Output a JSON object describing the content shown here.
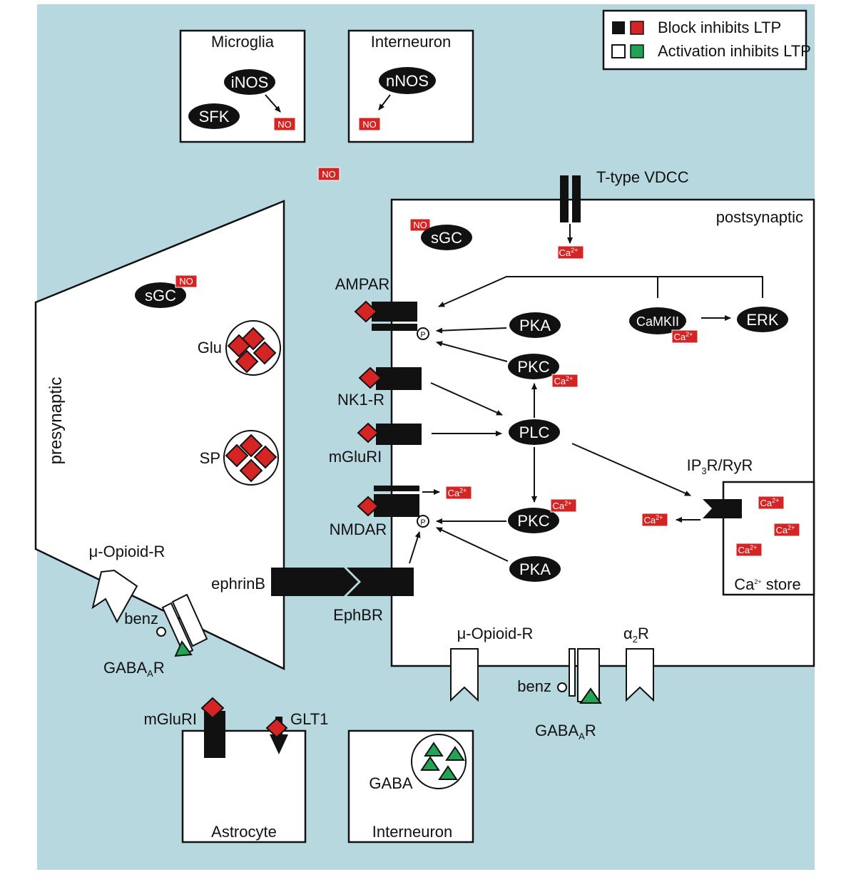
{
  "legend": {
    "block_label": "Block inhibits LTP",
    "activation_label": "Activation inhibits LTP",
    "colors": {
      "block_black": "#111111",
      "block_red": "#d42424",
      "activation_white": "#ffffff",
      "activation_green": "#22a355"
    }
  },
  "background_color": "#b8d8e0",
  "microglia": {
    "title": "Microglia",
    "inos": "iNOS",
    "sfk": "SFK",
    "no": "NO"
  },
  "interneuron_top": {
    "title": "Interneuron",
    "nnos": "nNOS",
    "no": "NO"
  },
  "extracellular_no": "NO",
  "vdcc_label": "T-type VDCC",
  "postsynaptic": {
    "title": "postsynaptic",
    "no": "NO",
    "sgc": "sGC",
    "ca_vdcc": "Ca",
    "ca_sup": "2+",
    "camkii": "CaMKII",
    "camkii_ca": "Ca",
    "erk": "ERK",
    "pka_top": "PKA",
    "pkc_top": "PKC",
    "pkc_top_ca": "Ca",
    "plc": "PLC",
    "pkc_bottom": "PKC",
    "pkc_bottom_ca": "Ca",
    "pka_bottom": "PKA",
    "phospho": "P",
    "nmda_ca": "Ca",
    "ip3_label": "IP",
    "ip3_sub": "3",
    "ip3_rest": "R/RyR",
    "released_ca": "Ca",
    "store_ca": "Ca",
    "store_label_pre": "Ca",
    "store_label_post": " store"
  },
  "receptors": {
    "ampar": "AMPAR",
    "nk1r": "NK1-R",
    "mglur1": "mGluRI",
    "nmdar": "NMDAR",
    "ephrinb": "ephrinB",
    "ephbr": "EphBR"
  },
  "presynaptic": {
    "title": "presynaptic",
    "sgc": "sGC",
    "no": "NO",
    "glu": "Glu",
    "sp": "SP",
    "mu_opioid": "μ-Opioid-R",
    "benz": "benz",
    "gabaar": "GABA",
    "gabaar_sub": "A",
    "gabaar_end": "R"
  },
  "post_bottom": {
    "mu_opioid": "μ-Opioid-R",
    "benz": "benz",
    "gabaar": "GABA",
    "gabaar_sub": "A",
    "gabaar_end": "R",
    "alpha": "α",
    "alpha_sub": "2",
    "alpha_end": "R"
  },
  "astrocyte": {
    "title": "Astrocyte",
    "mglur1": "mGluRI",
    "glt1": "GLT1"
  },
  "interneuron_bottom": {
    "title": "Interneuron",
    "gaba": "GABA"
  }
}
